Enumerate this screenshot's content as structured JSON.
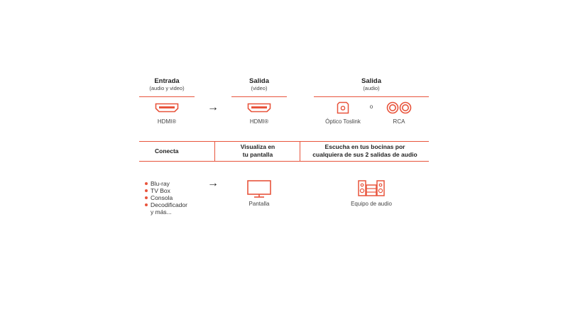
{
  "columns": {
    "input": {
      "title": "Entrada",
      "subtitle": "(audio y video)",
      "connector": "HDMI®"
    },
    "video_out": {
      "title": "Salida",
      "subtitle": "(video)",
      "connector": "HDMI®"
    },
    "audio_out": {
      "title": "Salida",
      "subtitle": "(audio)",
      "optical": "Óptico Toslink",
      "or": "o",
      "rca": "RCA"
    }
  },
  "band": {
    "connect": "Conecta",
    "view_line1": "Visualiza en",
    "view_line2": "tu pantalla",
    "listen_line1": "Escucha en tus bocinas por",
    "listen_line2": "cualquiera de sus 2 salidas de audio"
  },
  "devices": [
    "Blu-ray",
    "TV Box",
    "Consola",
    "Decodificador"
  ],
  "devices_more": "y más...",
  "outputs": {
    "screen": "Pantalla",
    "audio_system": "Equipo de audio"
  },
  "arrow": "→",
  "colors": {
    "accent": "#e8543c",
    "text": "#333333"
  }
}
